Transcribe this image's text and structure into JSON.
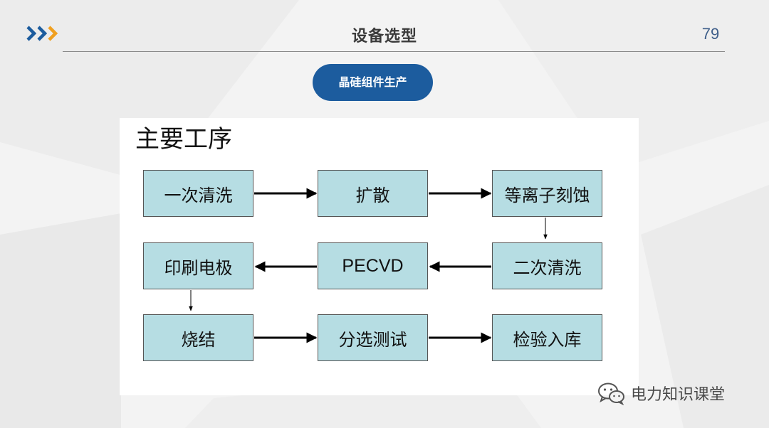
{
  "header": {
    "title": "设备选型",
    "page_number": "79",
    "section_pill": "晶硅组件生产",
    "logo_icon": "triple-chevron-right-icon"
  },
  "diagram": {
    "title": "主要工序",
    "steps": [
      "一次清洗",
      "扩散",
      "等离子刻蚀",
      "二次清洗",
      "PECVD",
      "印刷电极",
      "烧结",
      "分选测试",
      "检验入库"
    ],
    "edges": [
      [
        "一次清洗",
        "扩散"
      ],
      [
        "扩散",
        "等离子刻蚀"
      ],
      [
        "等离子刻蚀",
        "二次清洗"
      ],
      [
        "二次清洗",
        "PECVD"
      ],
      [
        "PECVD",
        "印刷电极"
      ],
      [
        "印刷电极",
        "烧结"
      ],
      [
        "烧结",
        "分选测试"
      ],
      [
        "分选测试",
        "检验入库"
      ]
    ],
    "box_fill": "#b6dde3"
  },
  "watermark": {
    "text": "电力知识课堂",
    "icon": "wechat-icon"
  },
  "colors": {
    "accent_blue": "#1c5c9e",
    "logo_orange": "#f0a020",
    "page_number": "#3f5f8a"
  }
}
